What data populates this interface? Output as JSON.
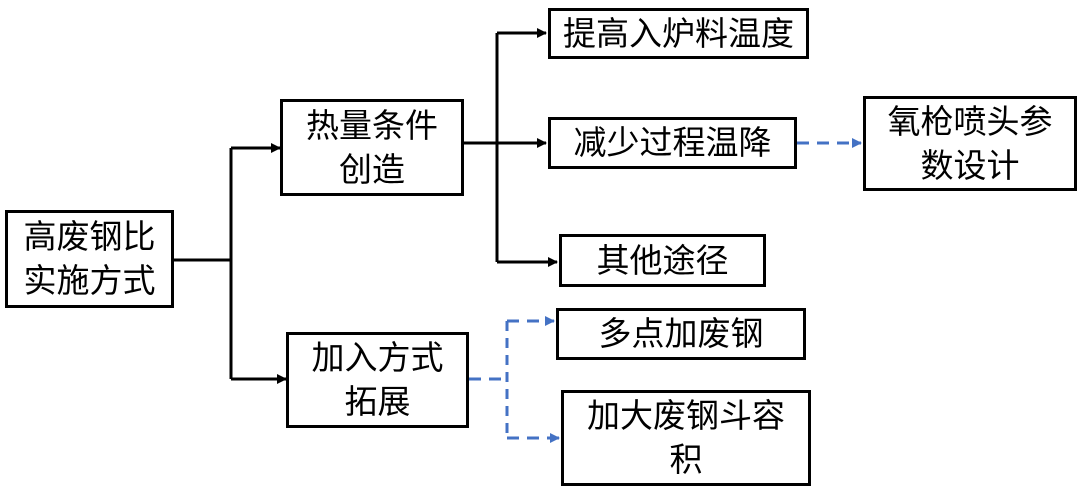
{
  "diagram": {
    "root": {
      "label": "高废钢比\n实施方式"
    },
    "branch_heat": {
      "label": "热量条件\n创造"
    },
    "branch_add": {
      "label": "加入方式\n拓展"
    },
    "heat_items": [
      {
        "label": "提高入炉料温度"
      },
      {
        "label": "减少过程温降"
      },
      {
        "label": "其他途径"
      }
    ],
    "oxygen_lance": {
      "label": "氧枪喷头参\n数设计"
    },
    "add_items": [
      {
        "label": "多点加废钢"
      },
      {
        "label": "加大废钢斗容\n积"
      }
    ]
  },
  "colors": {
    "solid_line": "#000000",
    "dashed_line": "#4472C4",
    "box_border": "#000000"
  }
}
